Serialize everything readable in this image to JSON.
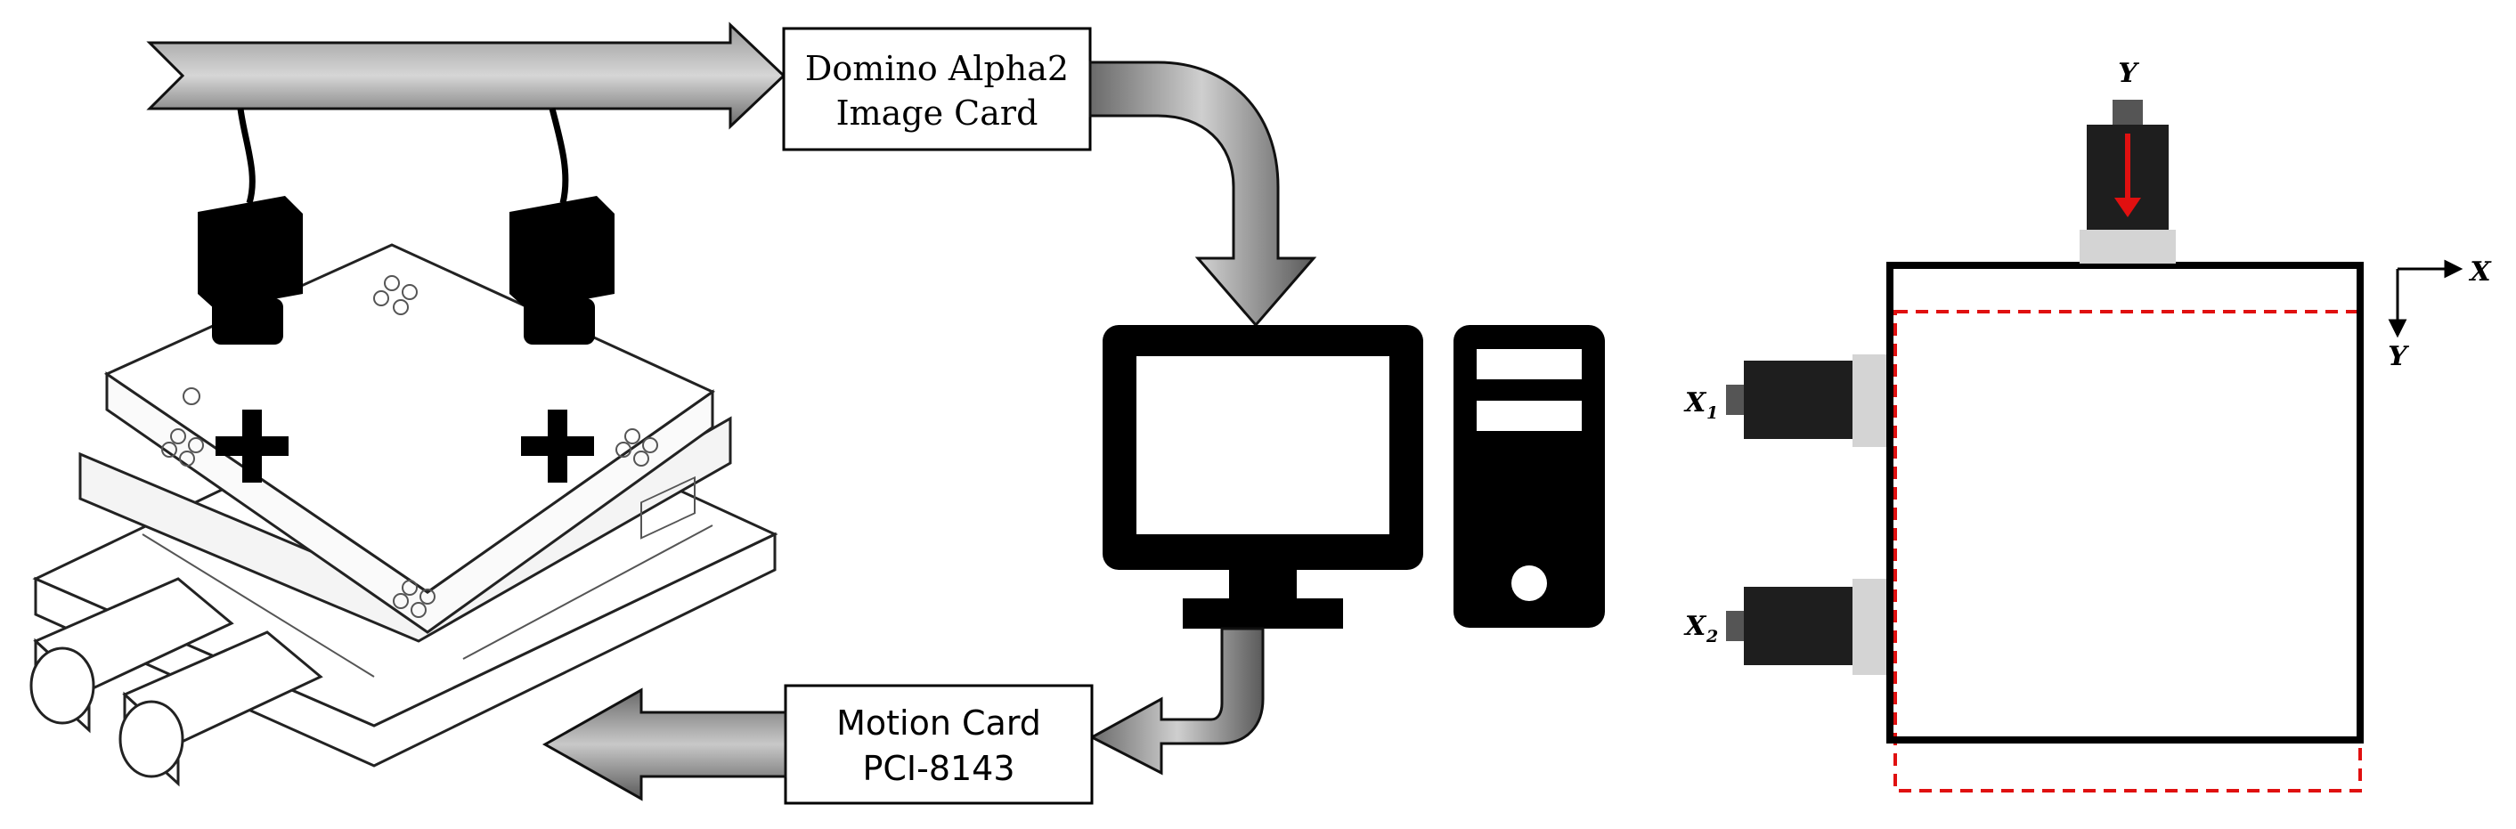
{
  "boxes": {
    "image_card": {
      "line1": "Domino Alpha2",
      "line2": "Image Card"
    },
    "motion_card": {
      "line1": "Motion Card",
      "line2": "PCI-8143"
    }
  },
  "axes": {
    "x": "X",
    "y": "Y",
    "camera_y": "Y",
    "camera_x1": "X",
    "camera_x1_sub": "1",
    "camera_x2": "X",
    "camera_x2_sub": "2"
  },
  "colors": {
    "arrow_dark": "#4a4a4a",
    "arrow_light": "#cfcfcf",
    "device": "#000000",
    "sensor_body": "#1e1e1e",
    "sensor_mount": "#d4d4d4",
    "displacement_arrow": "#e01010",
    "dashed_outline": "#e01010"
  },
  "icons": {
    "cameras": "camera-icon",
    "stage": "xy-stage-icon",
    "monitor": "monitor-icon",
    "tower": "pc-tower-icon",
    "fiducials": "cross-mark-icon"
  }
}
